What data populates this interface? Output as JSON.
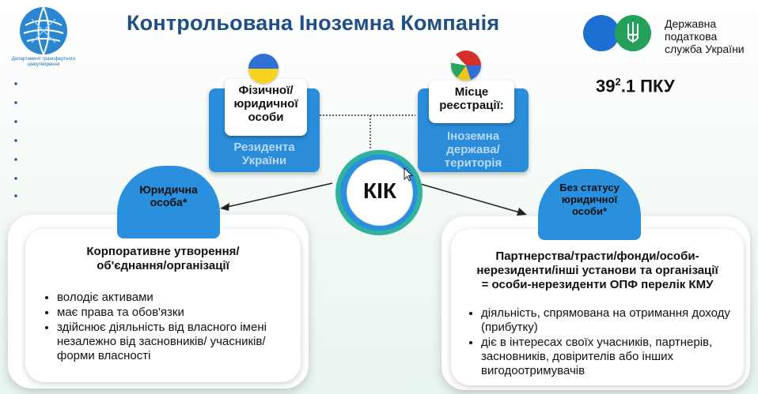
{
  "header": {
    "title": "Контрольована Іноземна Компанія",
    "left_logo_caption": "Департамент трансфертного ціноутворення",
    "right_logo_caption_lines": [
      "Державна",
      "податкова",
      "служба України"
    ],
    "article": "39",
    "article_sup": "2",
    "article_suffix": ".1 ПКУ"
  },
  "left_top": {
    "inner_lines": [
      "Фізичної/",
      "юридичної",
      "особи"
    ],
    "sub_lines": [
      "Резидента",
      "України"
    ]
  },
  "right_top": {
    "inner_lines": [
      "Місце",
      "реєстрації:"
    ],
    "sub_lines": [
      "Іноземна",
      "держава/",
      "територія"
    ]
  },
  "center": {
    "label": "КІК"
  },
  "left_badge": {
    "lines": [
      "Юридична",
      "особа*"
    ]
  },
  "right_badge": {
    "lines": [
      "Без статусу",
      "юридичної",
      "особи*"
    ]
  },
  "left_card": {
    "heading_lines": [
      "Корпоративне утворення/",
      "об'єднання/організації"
    ],
    "bullets": [
      "володіє активами",
      "має права та обов'язки",
      "здійснює діяльність від власного імені незалежно від засновників/ учасників/форми власності"
    ]
  },
  "right_card": {
    "heading_lines": [
      "Партнерства/трасти/фонди/особи-",
      "нерезиденти/інші установи та організації",
      "= особи-нерезиденти ОПФ перелік КМУ"
    ],
    "bullets": [
      "діяльність, спрямована на отримання доходу (прибутку)",
      "діє в інтересах своїх учасників, партнерів, засновників, довірителів або інших вигодоотримувачів"
    ]
  },
  "colors": {
    "title": "#1f4f86",
    "blue": "#2b8dd9",
    "green": "#23a15a",
    "teal": "#2fb39c"
  }
}
